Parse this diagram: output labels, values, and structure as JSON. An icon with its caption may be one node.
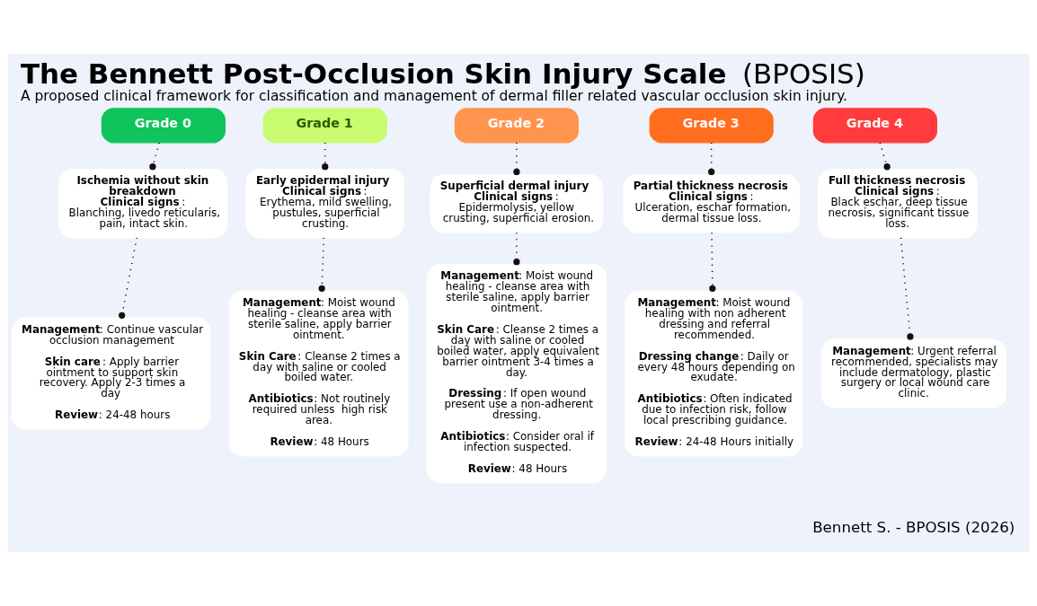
{
  "diagram": {
    "title": "**The Bennett Post-Occlusion Skin Injury Scale** (BPOSIS)",
    "caption": "A proposed clinical framework for classification and management of dermal filler related vascular occlusion skin injury.",
    "nodes": [
      {
        "text": [
          "Grade 0"
        ]
      },
      {
        "text": [
          "Grade 1"
        ]
      },
      {
        "text": [
          "Grade 2"
        ]
      },
      {
        "text": [
          "Grade 3"
        ]
      },
      {
        "text": [
          "Grade 4"
        ]
      },
      {
        "text": [
          "Ischemia without skin breakdown",
          "**Clinical signs**:",
          "Blanching, livedo reticularis, pain, intact skin."
        ]
      },
      {
        "text": [
          "Early epidermal injury",
          "**Clinical signs**:",
          "Erythema, mild swelling, pustules, superficial crusting."
        ]
      },
      {
        "text": [
          "Superficial dermal injury",
          "**Clinical signs**:",
          "Epidermolysis, yellow crusting, superficial erosion."
        ]
      },
      {
        "text": [
          "Partial thickness necrosis",
          "**Clinical signs**:",
          "Ulceration, eschar formation, dermal tissue loss."
        ]
      },
      {
        "text": [
          "Full thickness necrosis",
          "**Clinical signs**:",
          "Black eschar, deep tissue necrosis, significant tissue loss."
        ]
      },
      {
        "text": [
          "**Management**: Continue vascular occlusion management",
          "**Skin care**: Apply barrier ointment to support skin recovery. Apply 2-3 times a day",
          "**Review**: 24-48 hours"
        ]
      },
      {
        "text": [
          "**Management**: Moist wound healing - cleanse area with sterile saline, apply barrier ointment.",
          "**Skin Care**: Cleanse 2 times a day with saline or cooled boiled water.",
          "**Antibiotics**: Not routinely required unless  high risk area.",
          "**Review**: 48 Hours"
        ]
      },
      {
        "text": [
          "**Management**: Moist wound healing - cleanse area with sterile saline, apply barrier ointment.",
          "**Skin Care**: Cleanse 2 times a day with saline or cooled boiled water, apply equivalent barrier ointment 3-4 times a day.",
          "**Dressing**: If open wound present use a non-adherent dressing.",
          "**Antibiotics**: Consider oral if infection suspected.",
          "**Review**: 48 Hours"
        ]
      },
      {
        "text": [
          "**Management**: Moist wound healing with non adherent dressing and referral recommended.",
          "**Dressing change**: Daily or every 48 hours depending on exudate.",
          "**Antibiotics**: Often indicated due to infection risk, follow local prescribing guidance.",
          "**Review**: 24-48 Hours initially"
        ]
      },
      {
        "text": [
          "**Management**: Urgent referral recommended, specialists may include dermatology, plastic surgery or local wound care clinic."
        ]
      }
    ],
    "edges": [
      {
        "from": 0,
        "to": 5,
        "arrow": "other"
      },
      {
        "from": 1,
        "to": 6,
        "arrow": "other"
      },
      {
        "from": 2,
        "to": 7,
        "arrow": "other"
      },
      {
        "from": 3,
        "to": 8,
        "arrow": "other"
      },
      {
        "from": 4,
        "to": 9,
        "arrow": "other"
      },
      {
        "from": 5,
        "to": 10,
        "arrow": "other"
      },
      {
        "from": 6,
        "to": 11,
        "arrow": "other"
      },
      {
        "from": 7,
        "to": 12,
        "arrow": "other"
      },
      {
        "from": 8,
        "to": 13,
        "arrow": "other"
      },
      {
        "from": 9,
        "to": 14,
        "arrow": "other"
      }
    ],
    "labels": [
      "Bennett S. - BPOSIS (2026)"
    ]
  }
}
